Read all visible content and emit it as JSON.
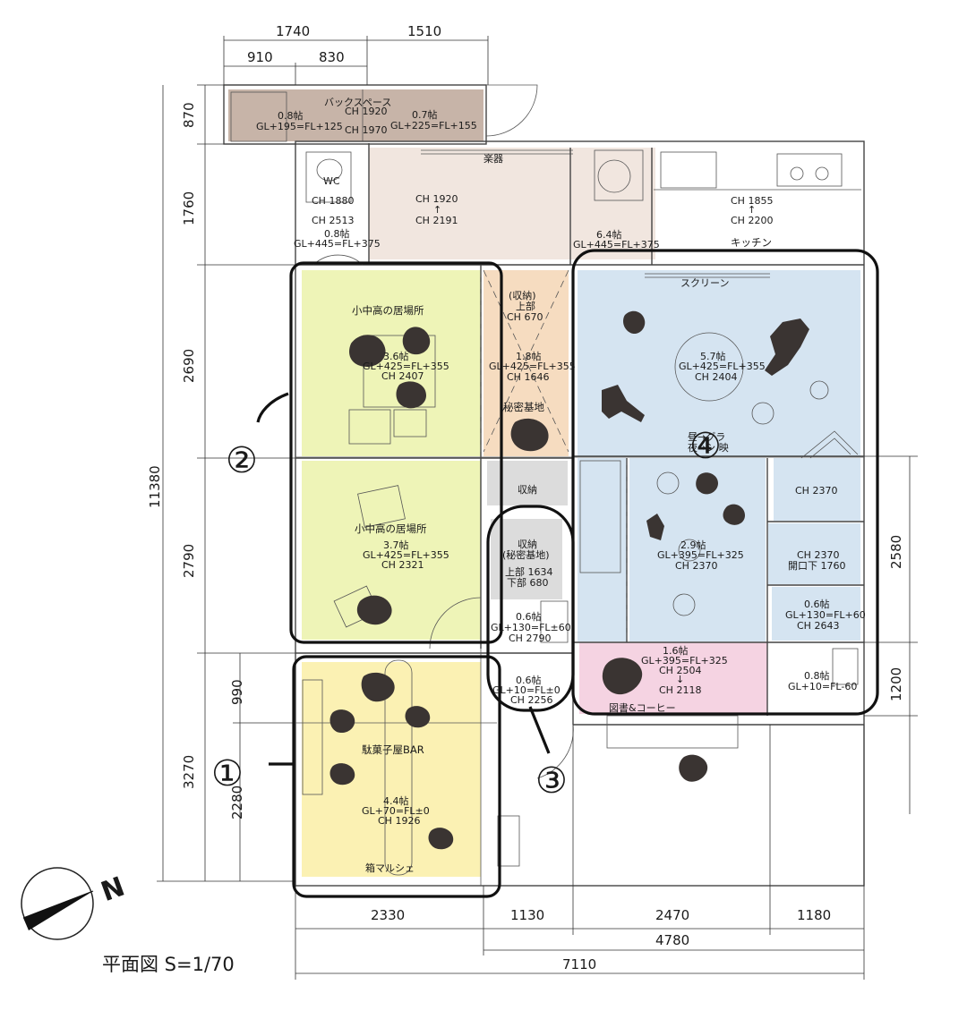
{
  "dimensions": {
    "top": [
      "1740",
      "1510",
      "910",
      "830"
    ],
    "left": [
      "870",
      "1760",
      "2690",
      "11380",
      "2790",
      "990",
      "3270",
      "2280"
    ],
    "right": [
      "2580",
      "1200"
    ],
    "bottom": [
      "2330",
      "1130",
      "2470",
      "1180",
      "4780",
      "7110"
    ]
  },
  "scale_label": "平面図  S=1/70",
  "north_label": "N",
  "areas": {
    "backspace": {
      "title": "バックスペース",
      "left": [
        "0.8帖",
        "GL+195=FL+125"
      ],
      "right": [
        "0.7帖",
        "GL+225=FL+155"
      ],
      "ch": [
        "CH 1920",
        "CH 1970"
      ]
    },
    "gakki": {
      "title": "楽器"
    },
    "wc": {
      "title": "WC",
      "lines": [
        "CH 1880",
        "CH 2513",
        "0.8帖",
        "GL+445=FL+375"
      ]
    },
    "upper_hall": {
      "lines": [
        "CH 1920",
        "↑",
        "CH 2191"
      ],
      "area": [
        "6.4帖",
        "GL+445=FL+375"
      ]
    },
    "kitchen": {
      "lines": [
        "CH 1855",
        "↑",
        "CH 2200"
      ],
      "title": "キッチン"
    },
    "room2_upper": {
      "title": "小中高の居場所",
      "lines": [
        "3.6帖",
        "GL+425=FL+355",
        "CH 2407"
      ]
    },
    "room2_lower": {
      "title": "小中高の居場所",
      "lines": [
        "3.7帖",
        "GL+425=FL+355",
        "CH 2321"
      ]
    },
    "secret": {
      "lines": [
        "(収納)",
        "上部",
        "CH 670",
        "1.8帖",
        "GL+425=FL+355",
        "CH 1646"
      ],
      "title": "秘密基地"
    },
    "storage1": {
      "title": "収納"
    },
    "storage2": {
      "lines": [
        "収納",
        "(秘密基地)",
        "上部 1634",
        "下部 680"
      ]
    },
    "small1": {
      "lines": [
        "0.6帖",
        "GL+130=FL±60",
        "CH 2790"
      ]
    },
    "small2": {
      "lines": [
        "0.6帖",
        "GL+10=FL±0",
        "CH 2256"
      ]
    },
    "room4_main": {
      "screen": "スクリーン",
      "lines": [
        "5.7帖",
        "GL+425=FL+355",
        "CH 2404"
      ],
      "note": [
        "昼→グラ",
        "夜→シ  映"
      ]
    },
    "room4_mid": {
      "lines": [
        "2.9帖",
        "GL+395=FL+325",
        "CH 2370"
      ]
    },
    "right_a": {
      "lines": [
        "CH 2370"
      ]
    },
    "right_b": {
      "lines": [
        "CH 2370",
        "開口下 1760"
      ]
    },
    "right_c": {
      "lines": [
        "0.6帖",
        "GL+130=FL+60",
        "CH 2643"
      ]
    },
    "right_d": {
      "lines": [
        "0.8帖",
        "GL+10=FL-60"
      ]
    },
    "library": {
      "lines": [
        "1.6帖",
        "GL+395=FL+325",
        "CH 2504",
        "↓",
        "CH 2118"
      ],
      "title": "図書&コーヒー"
    },
    "bar": {
      "title": "駄菓子屋BAR",
      "lines": [
        "4.4帖",
        "GL+70=FL±0",
        "CH 1926"
      ],
      "market": "箱マルシェ"
    }
  },
  "markers": [
    "①",
    "②",
    "③",
    "④"
  ],
  "colors": {
    "backspace": "#c7b4a8",
    "upper_hall": "#f1e6df",
    "room2": "#eef4b7",
    "secret": "#f6dcc0",
    "room4": "#d5e4f1",
    "library": "#f5d3e2",
    "bar": "#fbf1b3",
    "storage": "#dcdcdc",
    "figure": "#3a3432"
  }
}
